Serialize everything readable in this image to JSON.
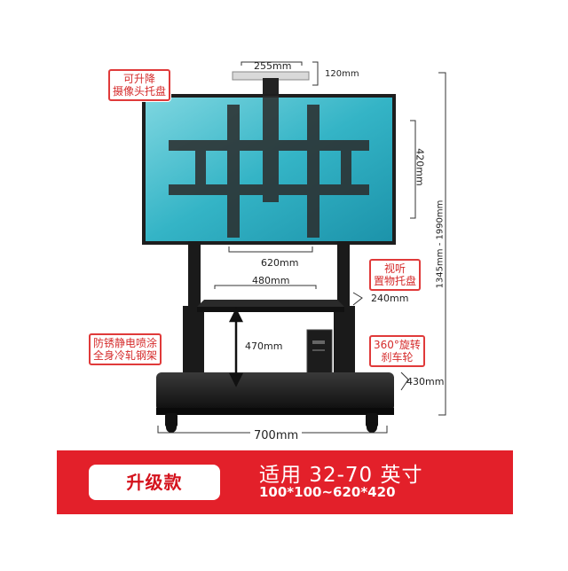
{
  "labels": {
    "tray_width": "255mm",
    "tray_height": "120mm",
    "mount_height": "420mm",
    "mount_width": "620mm",
    "shelf_width": "480mm",
    "shelf_depth": "240mm",
    "shelf_gap": "470mm",
    "base_depth": "430mm",
    "base_width": "700mm",
    "total_height": "1345mm - 1990mm"
  },
  "callouts": {
    "camera_tray": [
      "可升降",
      "摄像头托盘"
    ],
    "av_tray": [
      "视听",
      "置物托盘"
    ],
    "coating": [
      "防锈静电喷涂",
      "全身冷轧钢架"
    ],
    "wheels": [
      "360°旋转",
      "刹车轮"
    ]
  },
  "banner": {
    "badge": "升级款",
    "fit_text": "适用 32-70 英寸",
    "vesa_text": "100*100~620*420"
  },
  "colors": {
    "accent_red": "#e3202a",
    "screen_cyan": "#2fb6c9",
    "frame_black": "#1a1a1a"
  }
}
